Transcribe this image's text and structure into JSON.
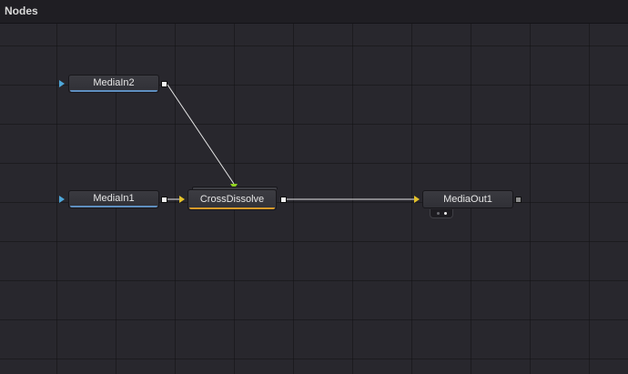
{
  "panel": {
    "title": "Nodes"
  },
  "nodes": {
    "media_in_2": {
      "label": "MediaIn2",
      "accent": "#5f8fc0"
    },
    "media_in_1": {
      "label": "MediaIn1",
      "accent": "#5f8fc0"
    },
    "cross_dissolve": {
      "label": "CrossDissolve",
      "accent": "#d69a2a"
    },
    "media_out_1": {
      "label": "MediaOut1"
    }
  },
  "colors": {
    "background": "#28272d",
    "wire": "#e6e6e6",
    "input_blue": "#4ea6d8",
    "input_yellow": "#e3c12a",
    "input_green": "#8fd11f"
  }
}
